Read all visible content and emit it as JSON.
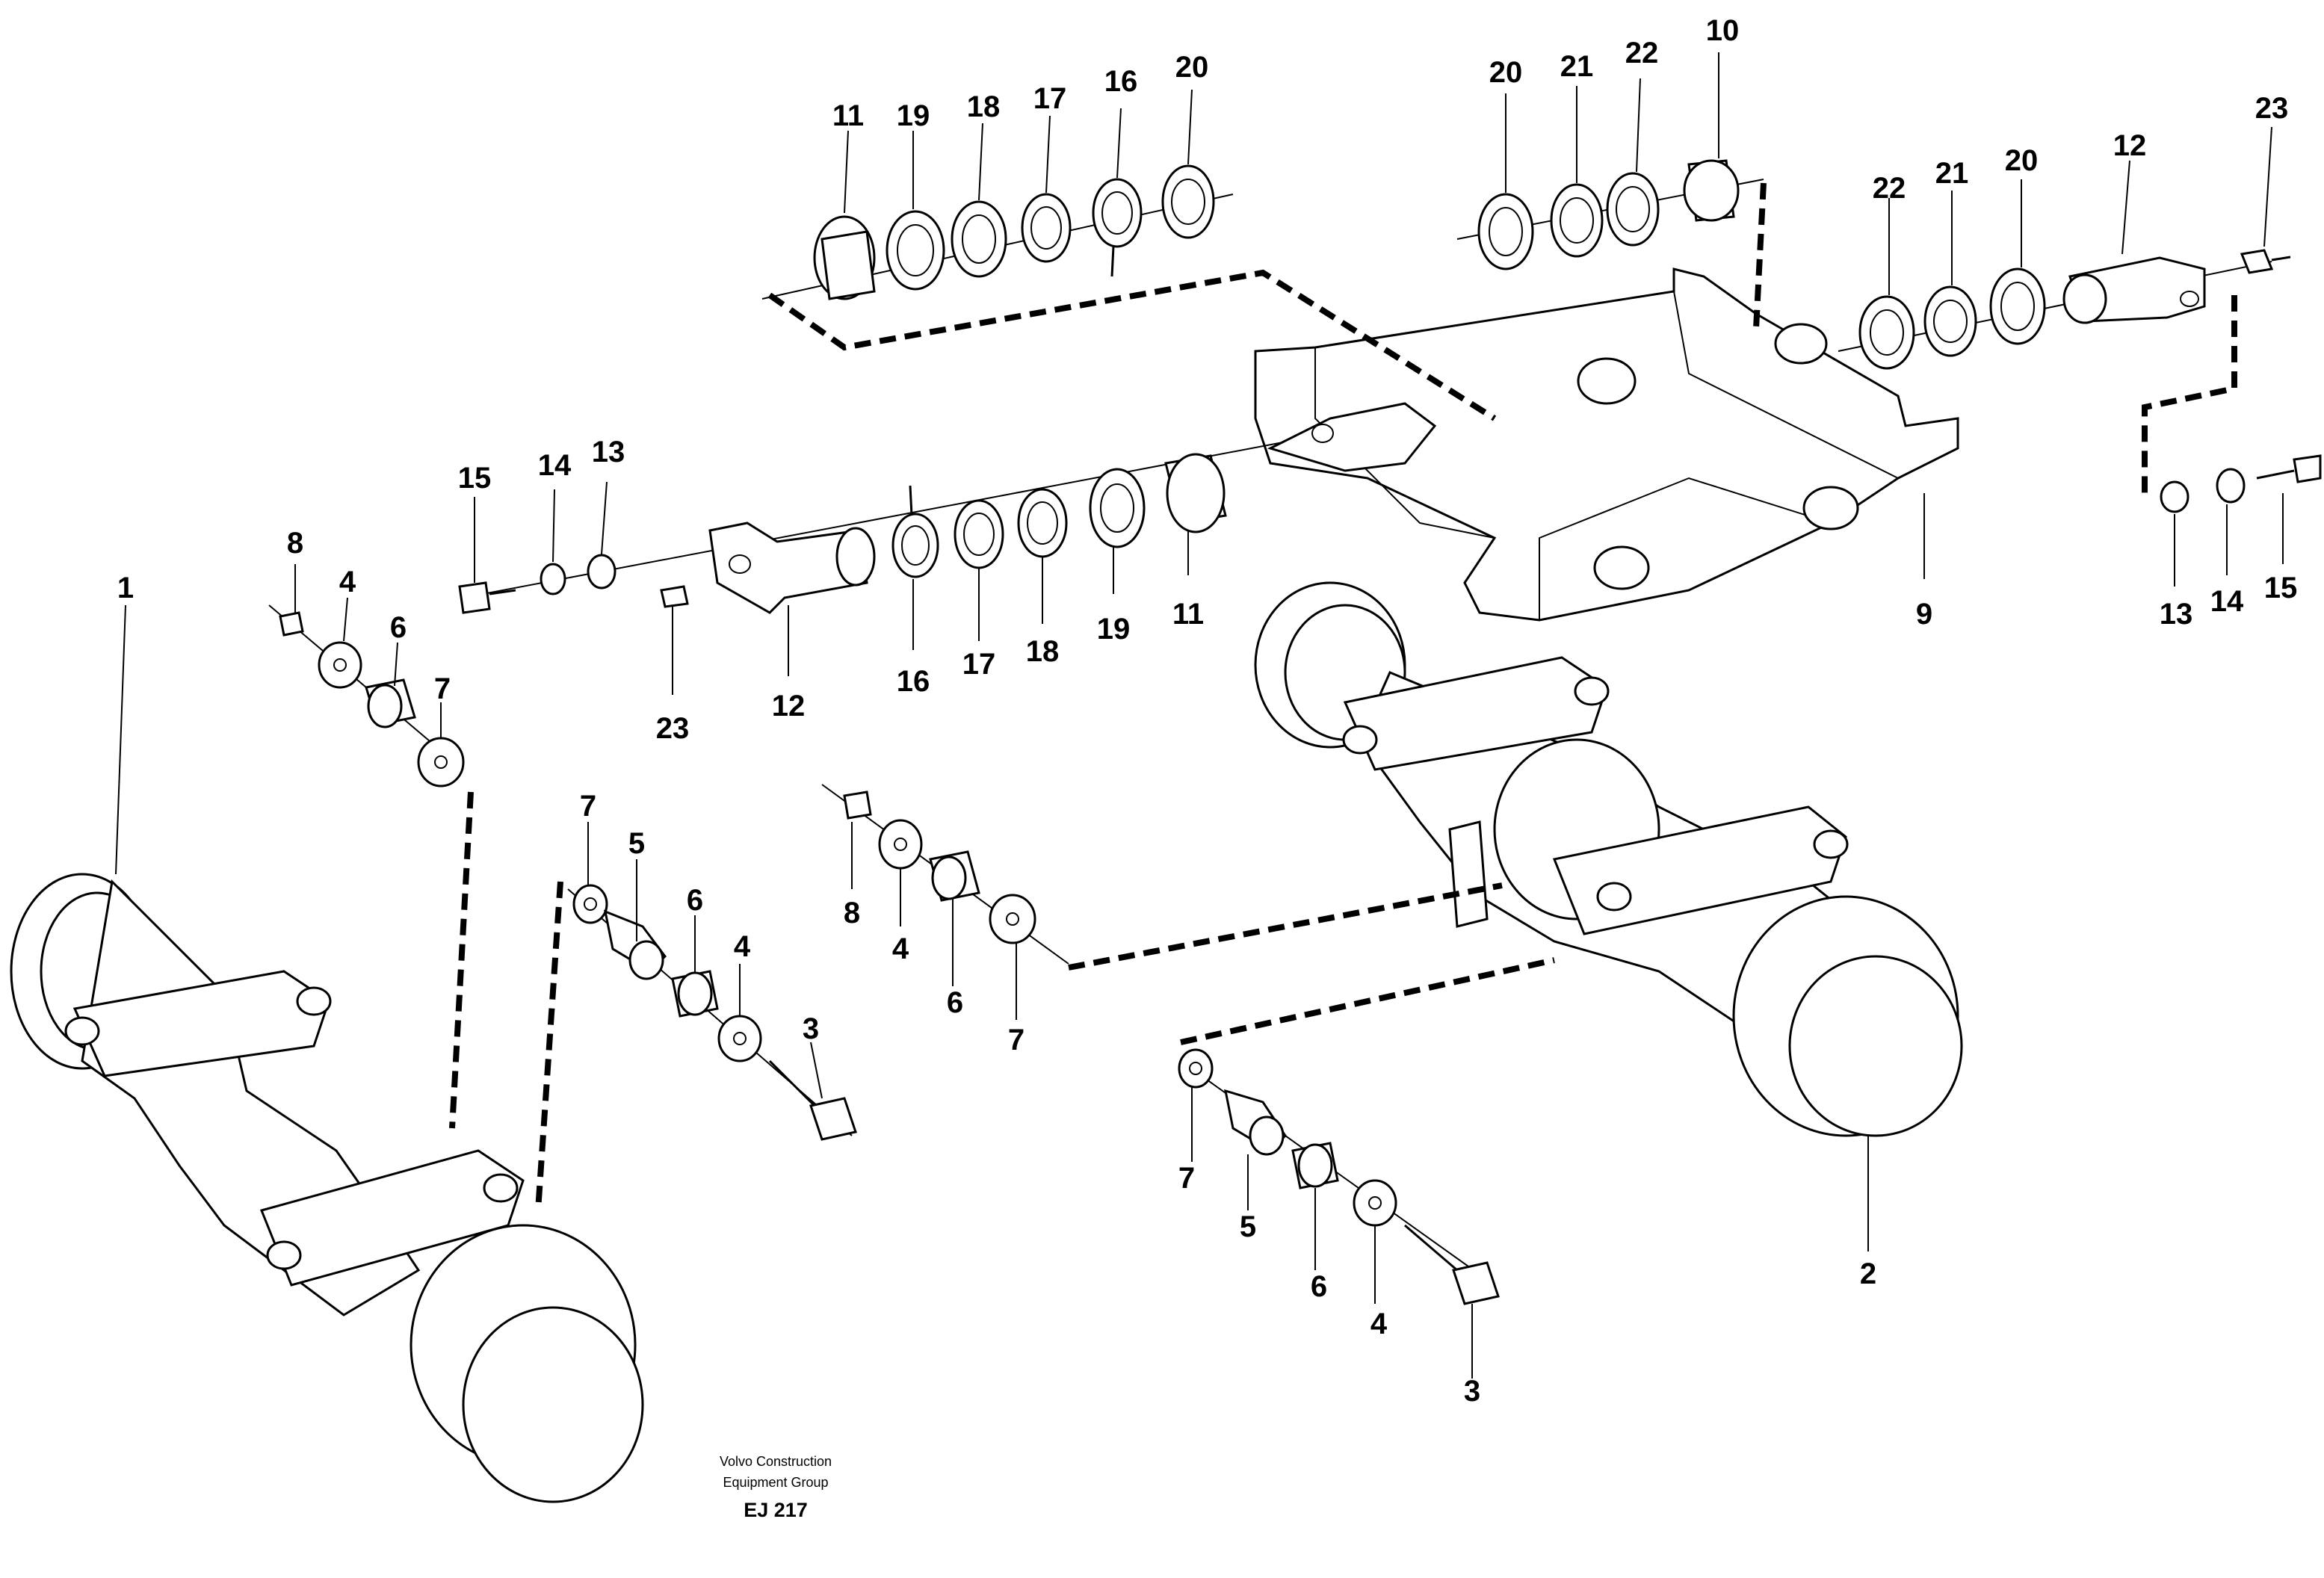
{
  "credit": {
    "line1": "Volvo Construction",
    "line2": "Equipment Group"
  },
  "figure_code": "EJ 217",
  "callouts": {
    "upper_left_row": [
      "11",
      "19",
      "18",
      "17",
      "16",
      "20"
    ],
    "upper_mid_row": [
      "20",
      "21",
      "22",
      "10"
    ],
    "upper_right_row": [
      "22",
      "21",
      "20",
      "12",
      "23"
    ],
    "left_pin_top": [
      "15",
      "14",
      "13"
    ],
    "left_pin_bottom": [
      "23",
      "12",
      "16",
      "17",
      "18",
      "19",
      "11",
      "9"
    ],
    "right_bolt": [
      "13",
      "14",
      "15"
    ],
    "left_bushing": [
      "8",
      "4",
      "6",
      "7"
    ],
    "left_lower_bolt": [
      "7",
      "5",
      "6",
      "4",
      "3"
    ],
    "center_bushing": [
      "8",
      "4",
      "6",
      "7"
    ],
    "right_lower_bolt": [
      "7",
      "5",
      "6",
      "4",
      "3"
    ],
    "axles": [
      "1",
      "2"
    ]
  }
}
